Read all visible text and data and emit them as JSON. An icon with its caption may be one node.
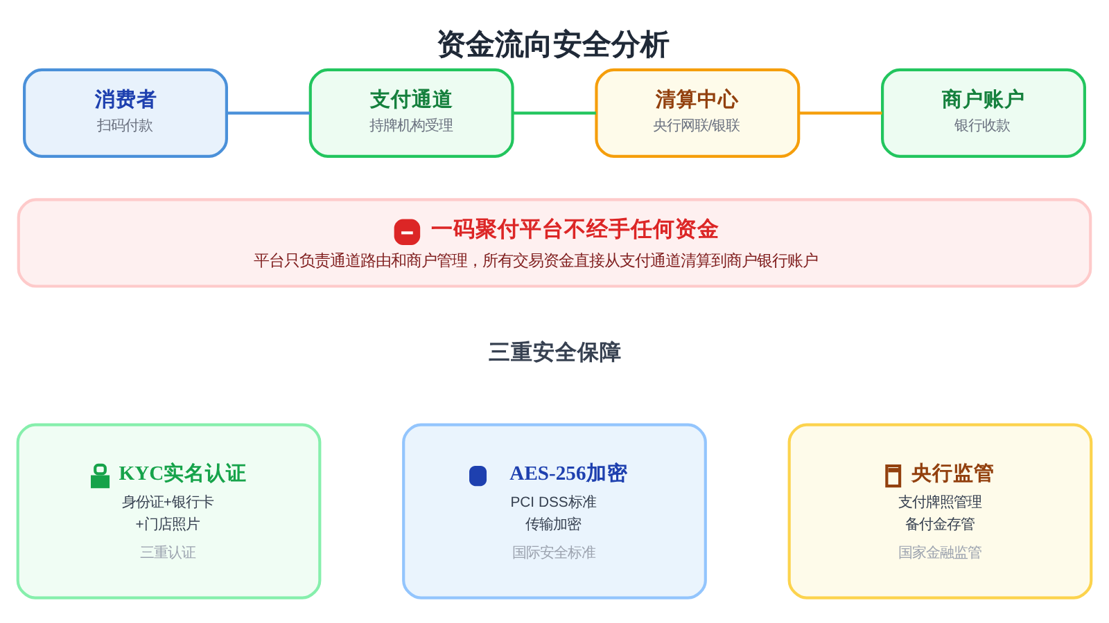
{
  "diagram": {
    "title": "资金流向安全分析",
    "nodes": [
      {
        "text": [
          "消费者",
          "扫码付款"
        ]
      },
      {
        "text": [
          "支付通道",
          "持牌机构受理"
        ]
      },
      {
        "text": [
          "清算中心",
          "央行网联/银联"
        ]
      },
      {
        "text": [
          "商户账户",
          "银行收款"
        ]
      },
      {
        "text": [
          "一码聚付平台不经手任何资金",
          "平台只负责通道路由和商户管理，所有交易资金直接从支付通道清算到商户银行账户"
        ]
      },
      {
        "text": [
          "KYC实名认证",
          "身份证+银行卡",
          "+门店照片",
          "三重认证"
        ]
      },
      {
        "text": [
          "AES-256加密",
          "PCI DSS标准",
          "传输加密",
          "国际安全标准"
        ]
      },
      {
        "text": [
          "央行监管",
          "支付牌照管理",
          "备付金存管",
          "国家金融监管"
        ]
      }
    ],
    "edges": [
      {
        "from": 0,
        "to": 1,
        "arrow": "none",
        "color": "#4a90d9"
      },
      {
        "from": 1,
        "to": 2,
        "arrow": "none",
        "color": "#22c55e"
      },
      {
        "from": 2,
        "to": 3,
        "arrow": "none",
        "color": "#f59e0b"
      }
    ],
    "labels": [
      "三重安全保障"
    ]
  }
}
